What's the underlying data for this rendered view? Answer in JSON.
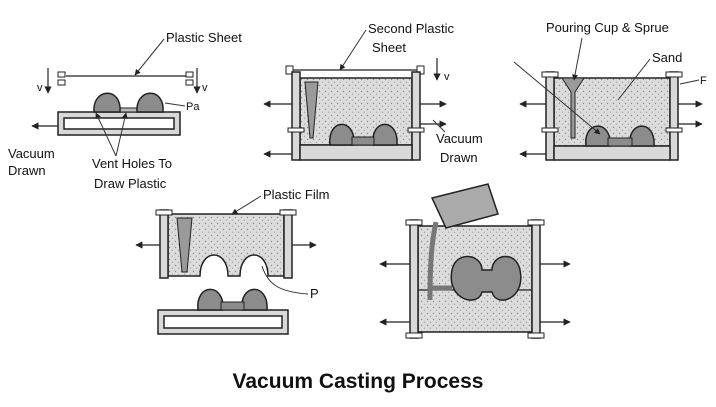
{
  "labels": {
    "plastic_sheet": "Plastic Sheet",
    "pa": "Pa",
    "v": "v",
    "vacuum": "Vacuum",
    "drawn": "Drawn",
    "vent1": "Vent Holes To",
    "vent2": "Draw Plastic",
    "second1": "Second Plastic",
    "second2": "Sheet",
    "pouring": "Pouring Cup & Sprue",
    "sand": "Sand",
    "f": "F",
    "plastic_film": "Plastic Film",
    "p": "P"
  },
  "title": "Vacuum Casting Process",
  "colors": {
    "sand": "#d8d8d8",
    "pattern": "#8c8c8c",
    "wall": "#d9d9d9",
    "line": "#222222"
  }
}
